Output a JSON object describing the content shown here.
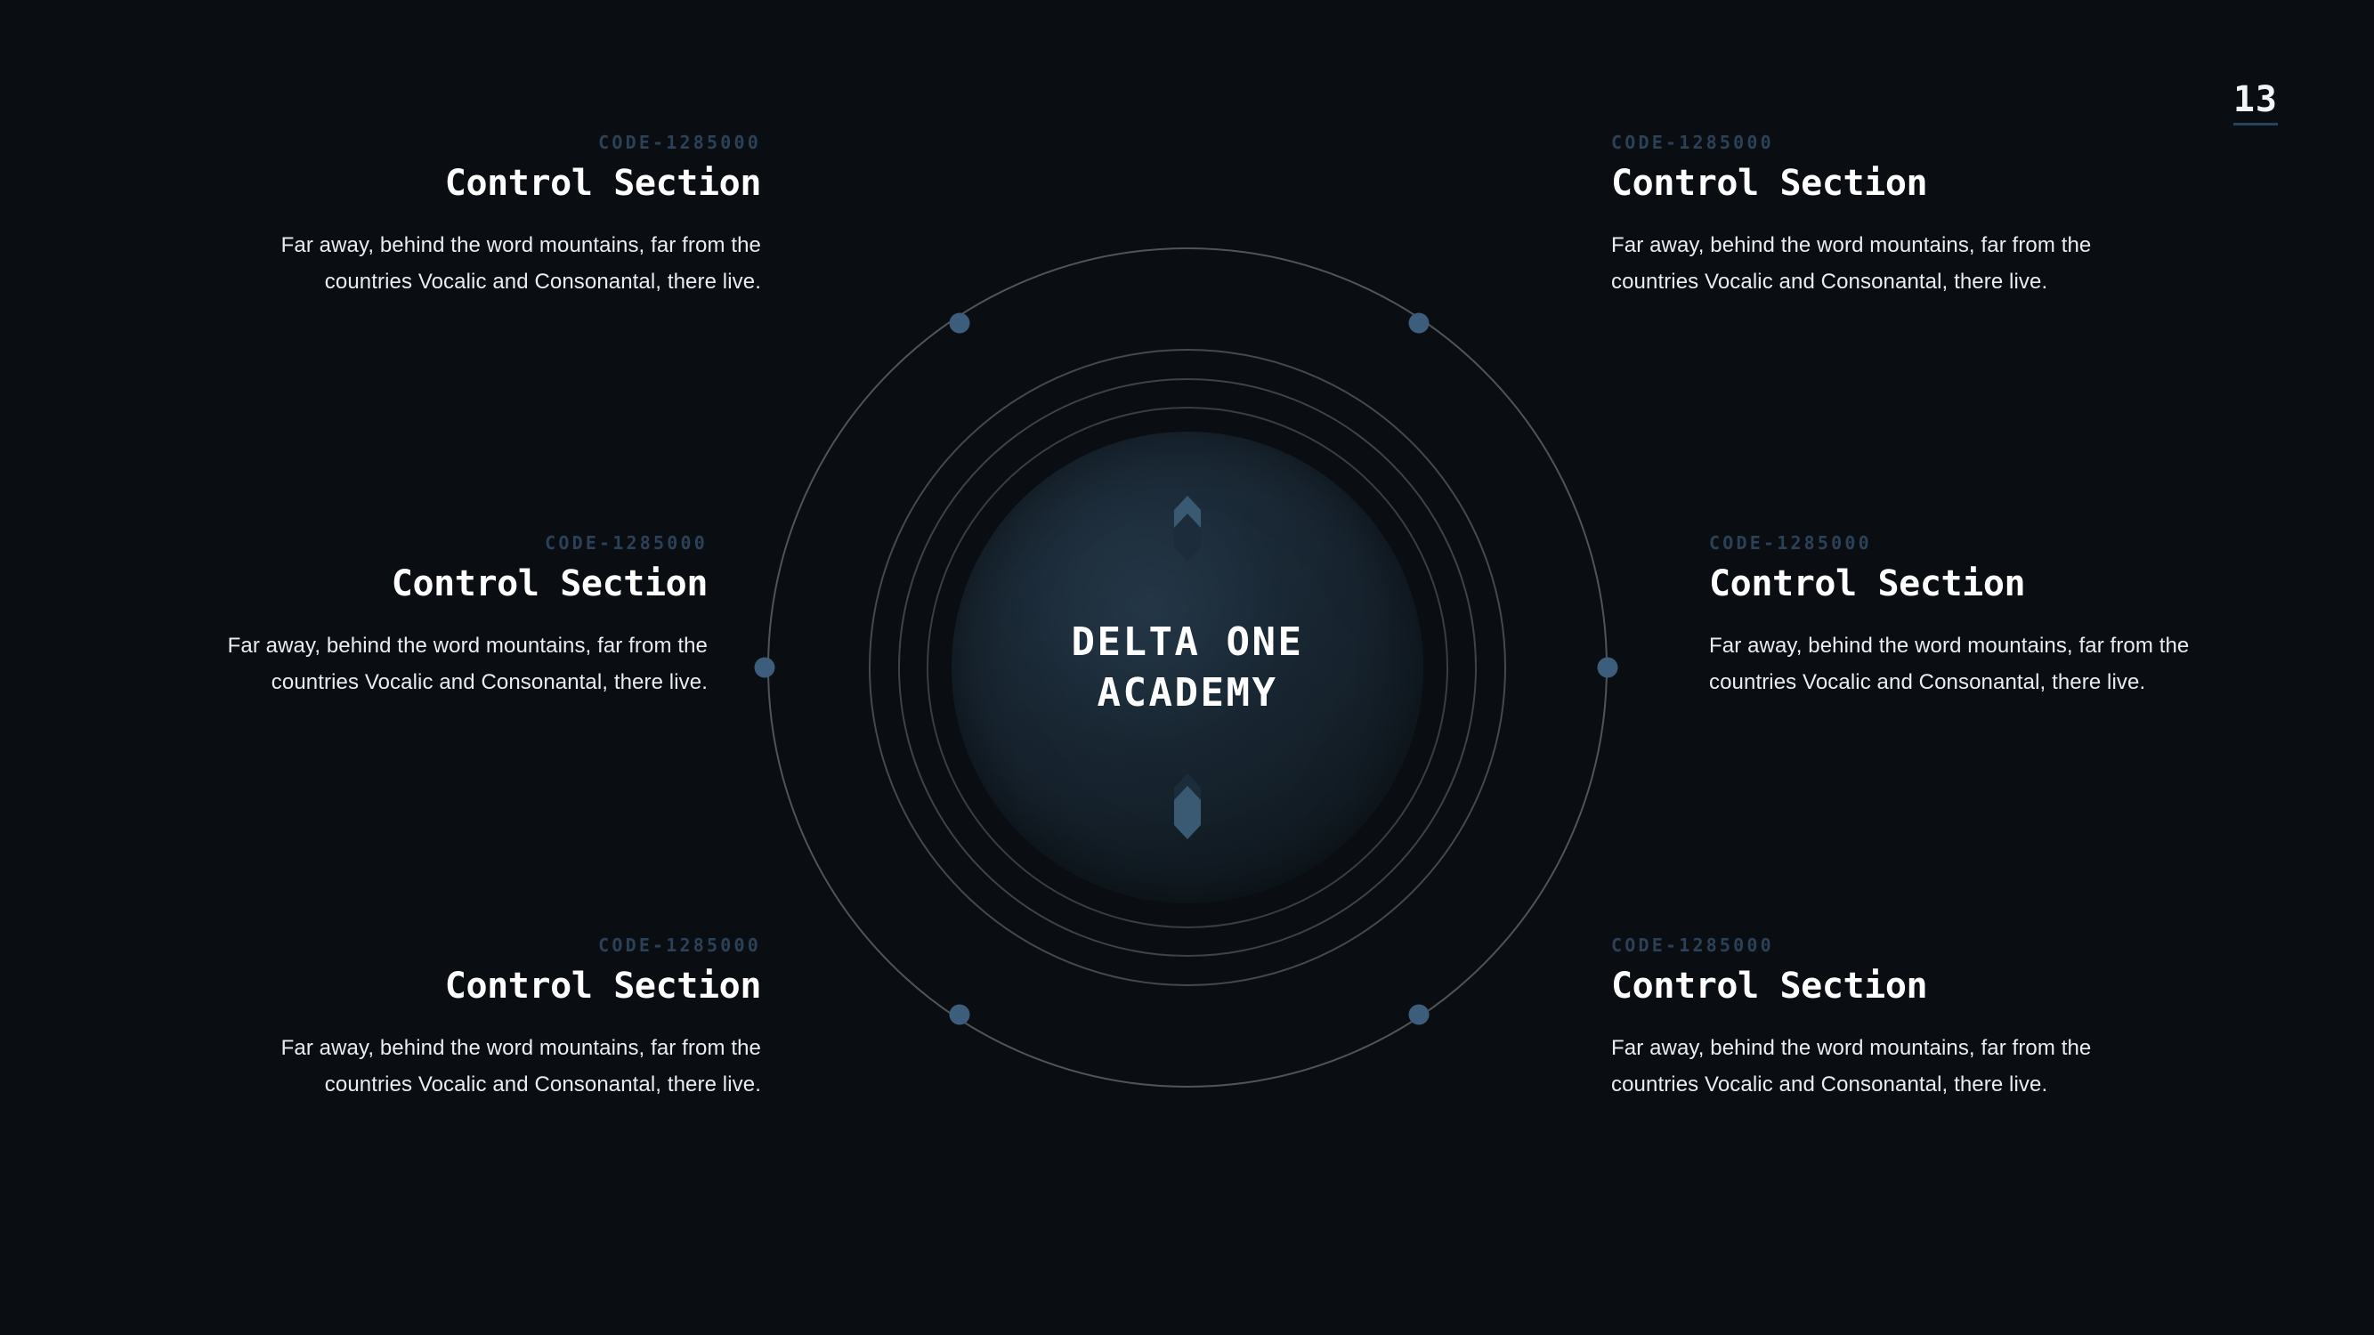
{
  "page": {
    "number": "13",
    "background_color": "#0a0e12",
    "accent_color": "#3d5d7d",
    "code_color": "#2c4158"
  },
  "center": {
    "title_line_1": "DELTA ONE",
    "title_line_2": "ACADEMY",
    "crystal_top": "crystal-glyph",
    "crystal_bottom": "crystal-glyph"
  },
  "blocks": [
    {
      "code": "CODE-1285000",
      "headline": "Control Section",
      "body": "Far away, behind the word mountains, far from the countries Vocalic and Consonantal, there live."
    },
    {
      "code": "CODE-1285000",
      "headline": "Control Section",
      "body": "Far away, behind the word mountains, far from the countries Vocalic and Consonantal, there live."
    },
    {
      "code": "CODE-1285000",
      "headline": "Control Section",
      "body": "Far away, behind the word mountains, far from the countries Vocalic and Consonantal, there live."
    },
    {
      "code": "CODE-1285000",
      "headline": "Control Section",
      "body": "Far away, behind the word mountains, far from the countries Vocalic and Consonantal, there live."
    },
    {
      "code": "CODE-1285000",
      "headline": "Control Section",
      "body": "Far away, behind the word mountains, far from the countries Vocalic and Consonantal, there live."
    },
    {
      "code": "CODE-1285000",
      "headline": "Control Section",
      "body": "Far away, behind the word mountains, far from the countries Vocalic and Consonantal, there live."
    }
  ]
}
